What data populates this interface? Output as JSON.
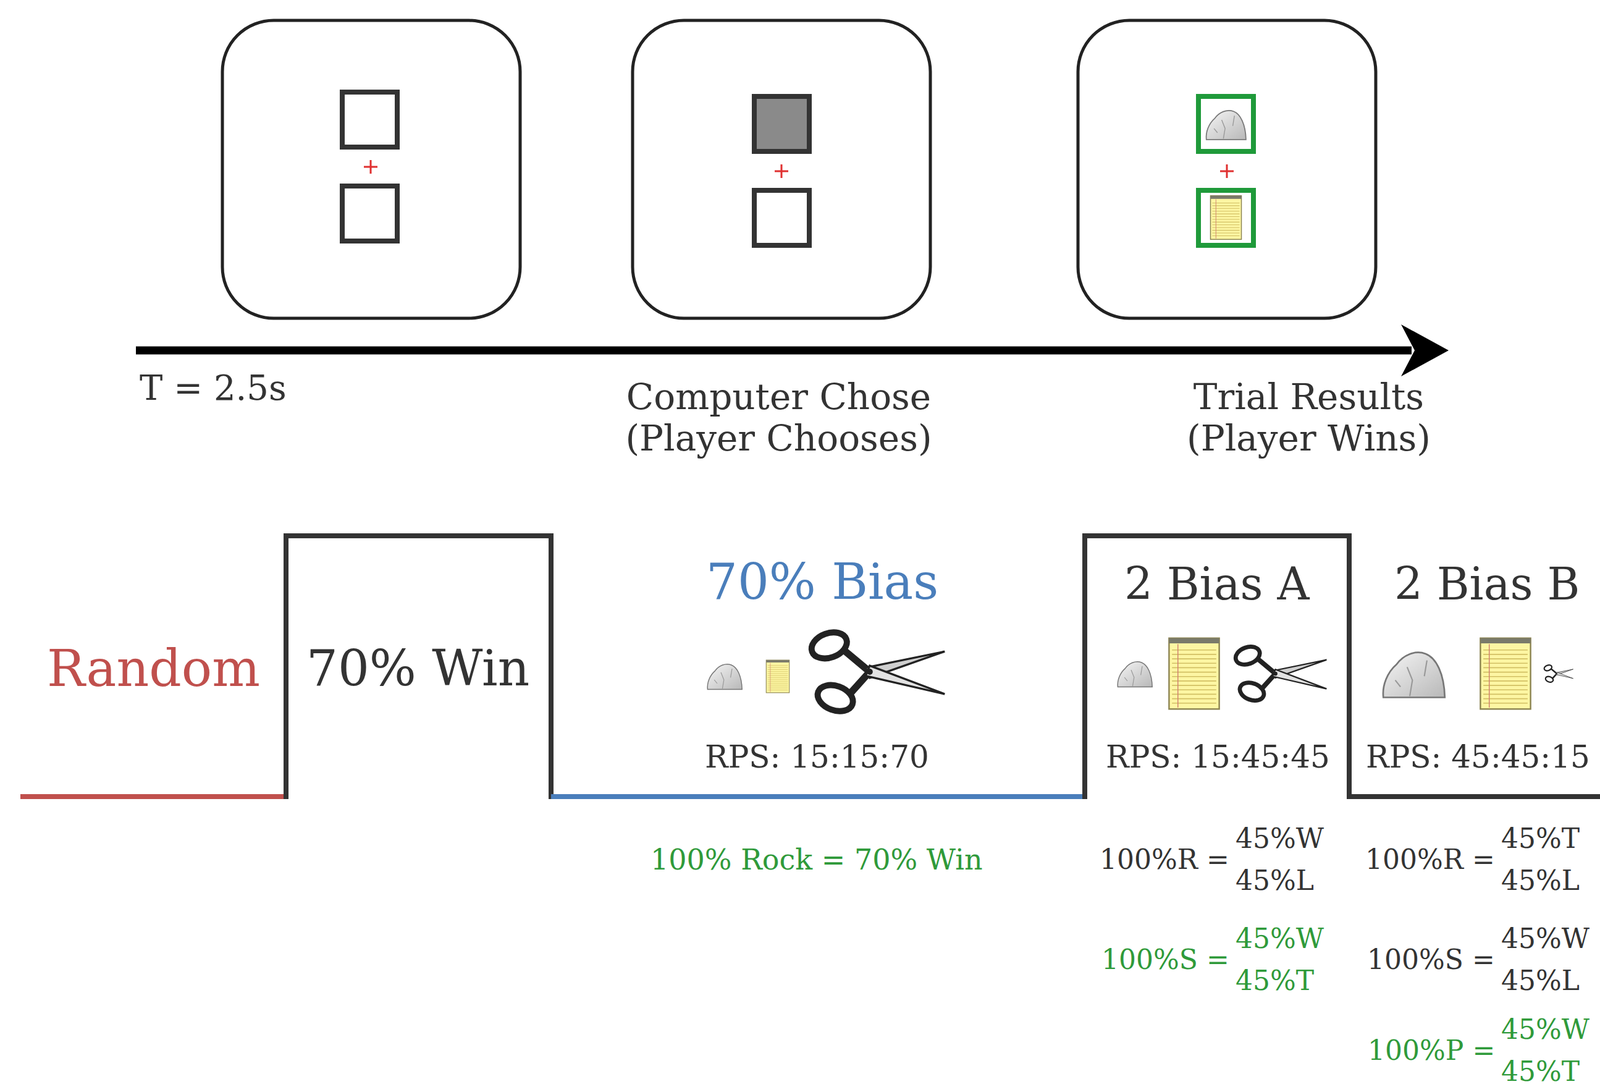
{
  "diagram": {
    "labels": [
      "T = 2.5s",
      "Computer Chose (Player Chooses)",
      "Trial Results (Player Wins)",
      "Random",
      "70% Win",
      "70% Bias",
      "RPS: 15:15:70",
      "100% Rock = 70% Win",
      "2 Bias A",
      "RPS: 15:45:45",
      "100%R =",
      "45%W",
      "45%L",
      "100%S =",
      "45%W",
      "45%T",
      "2 Bias B",
      "RPS: 45:45:15",
      "100%R =",
      "45%T",
      "45%L",
      "100%S =",
      "45%W",
      "45%L",
      "100%P =",
      "45%W",
      "45%T"
    ]
  }
}
